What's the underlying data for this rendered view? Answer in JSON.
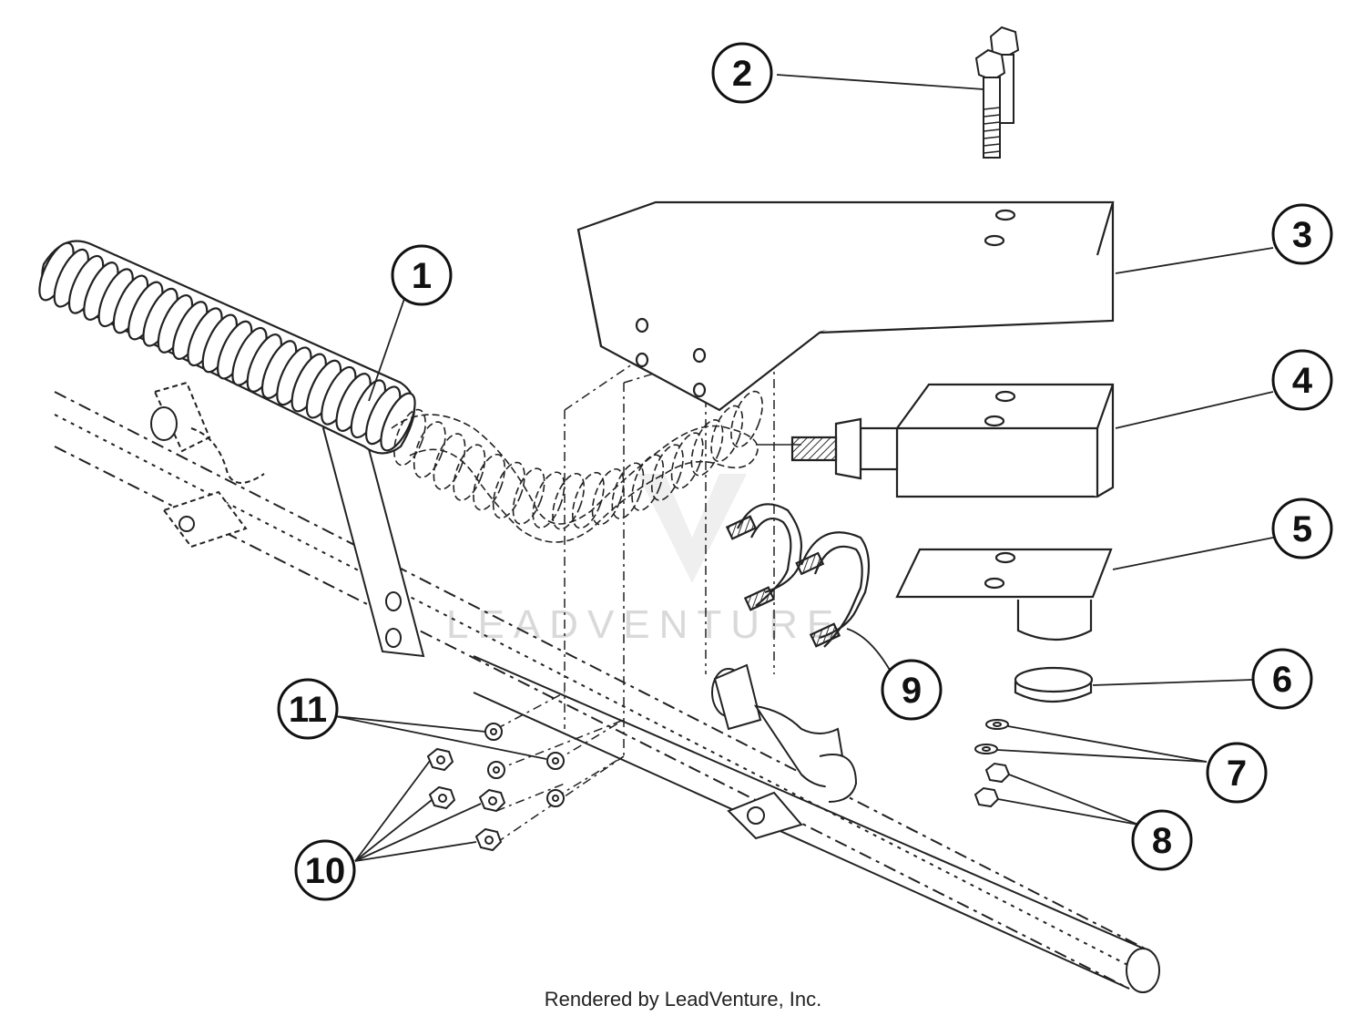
{
  "callouts": [
    {
      "id": 1,
      "label": "1"
    },
    {
      "id": 2,
      "label": "2"
    },
    {
      "id": 3,
      "label": "3"
    },
    {
      "id": 4,
      "label": "4"
    },
    {
      "id": 5,
      "label": "5"
    },
    {
      "id": 6,
      "label": "6"
    },
    {
      "id": 7,
      "label": "7"
    },
    {
      "id": 8,
      "label": "8"
    },
    {
      "id": 9,
      "label": "9"
    },
    {
      "id": 10,
      "label": "10"
    },
    {
      "id": 11,
      "label": "11"
    }
  ],
  "watermark": "LEADVENTURE",
  "credit": "Rendered by LeadVenture, Inc."
}
